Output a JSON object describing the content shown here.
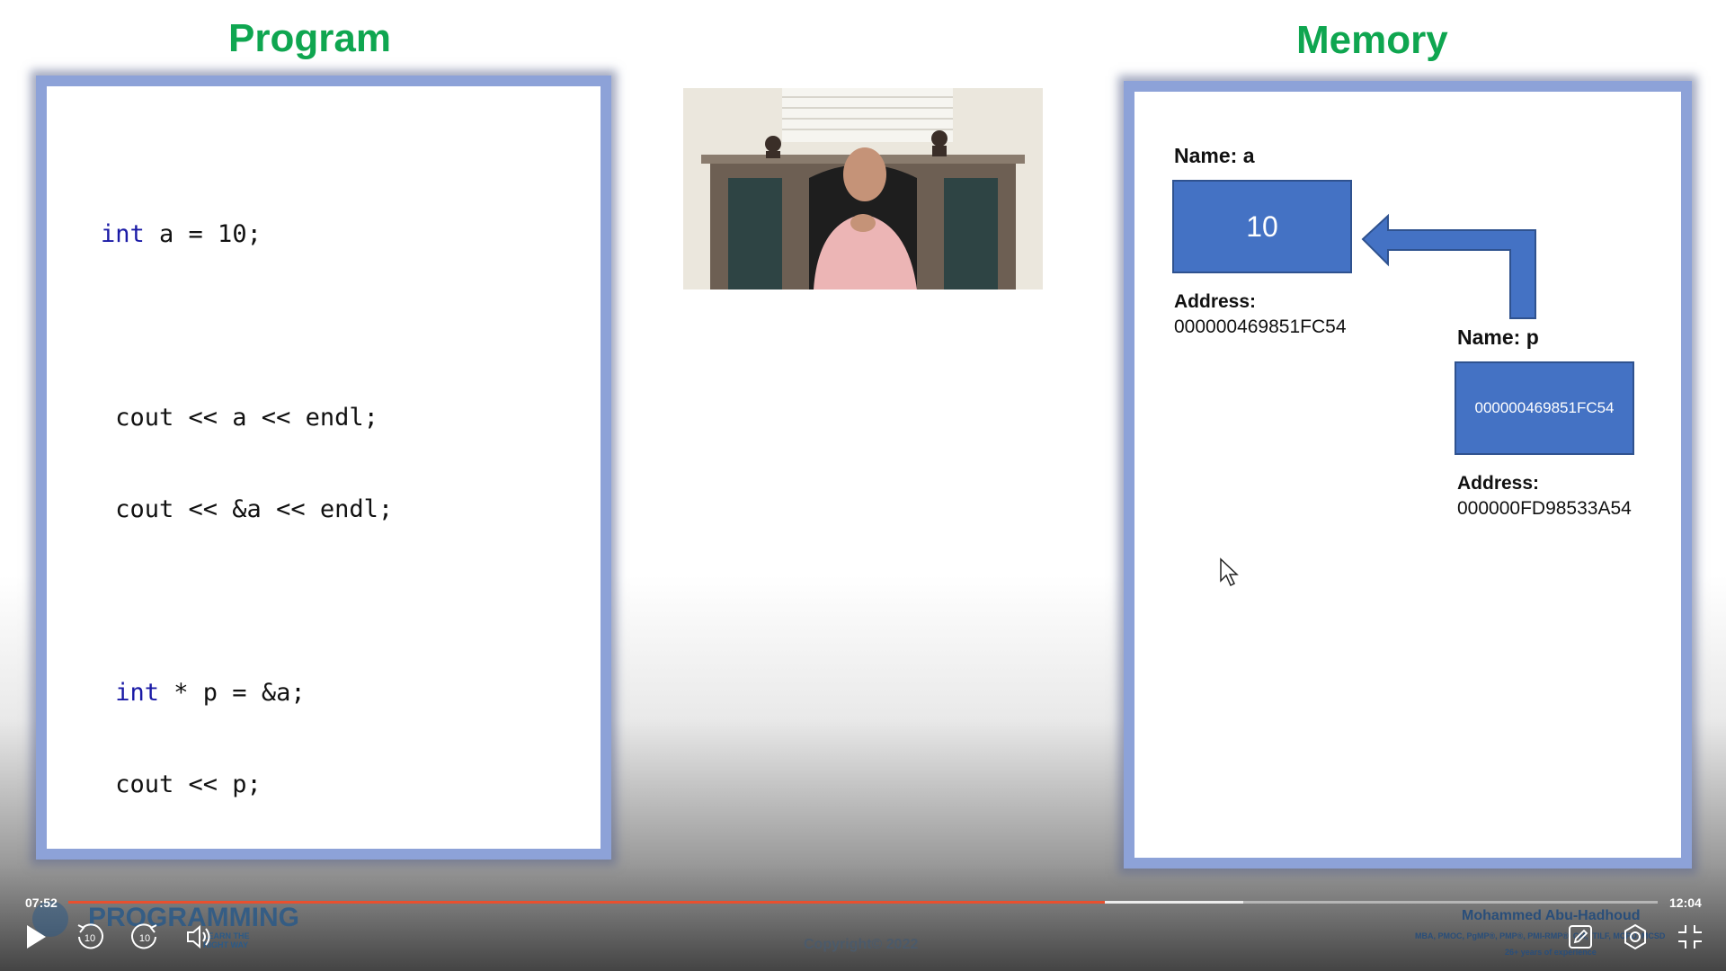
{
  "slide": {
    "program_title": "Program",
    "memory_title": "Memory",
    "code_lines": [
      {
        "kw": "int",
        "rest": " a = 10;"
      },
      {
        "kw": "",
        "rest": ""
      },
      {
        "kw": "",
        "rest": " cout << a << endl;"
      },
      {
        "kw": "",
        "rest": " cout << &a << endl;"
      },
      {
        "kw": "",
        "rest": ""
      },
      {
        "kw": " int",
        "rest": " * p = &a;"
      },
      {
        "kw": "",
        "rest": " cout << p;"
      }
    ],
    "memory": {
      "var_a": {
        "name_label": "Name: a",
        "value": "10",
        "address_label": "Address:",
        "address": "000000469851FC54"
      },
      "var_p": {
        "name_label": "Name: p",
        "value": "000000469851FC54",
        "address_label": "Address:",
        "address": "000000FD98533A54"
      }
    },
    "copyright": "Copyright© 2022",
    "watermark_brand": "PROGRAMMING",
    "watermark_tag1": "LEARN THE",
    "watermark_tag2": "RIGHT WAY",
    "author_name": "Mohammed Abu-Hadhoud",
    "author_credentials": "MBA, PMOC, PgMP®, PMP®, PMI-RMP®, CM, ITILF, MCPD, MCSD",
    "author_experience": "26+ years of experience"
  },
  "player": {
    "current_time": "07:52",
    "duration": "12:04",
    "played_fraction": 0.652,
    "buffered_fraction": 0.739,
    "rewind_label": "10",
    "forward_label": "10",
    "accent_color": "#e8502f"
  },
  "icons": [
    "play-icon",
    "rewind-10-icon",
    "forward-10-icon",
    "volume-icon",
    "edit-icon",
    "settings-icon",
    "exit-fullscreen-icon",
    "mouse-cursor-icon"
  ]
}
